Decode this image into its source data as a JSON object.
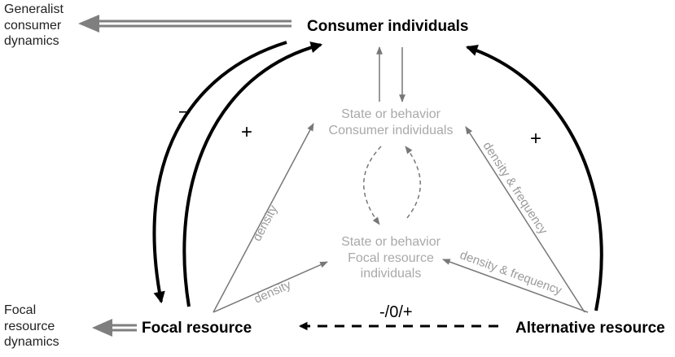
{
  "labels": {
    "generalist_dynamics": "Generalist consumer dynamics",
    "focal_dynamics": "Focal resource dynamics",
    "consumer_individuals": "Consumer individuals",
    "focal_resource": "Focal resource",
    "alternative_resource": "Alternative resource",
    "state_consumer_line1": "State or behavior",
    "state_consumer_line2": "Consumer individuals",
    "state_focal_line1": "State or behavior",
    "state_focal_line2": "Focal resource",
    "state_focal_line3": "individuals"
  },
  "edge_labels": {
    "focal_to_state_consumer": "density",
    "focal_to_state_focal": "density",
    "alt_to_state_consumer": "density & frequency",
    "alt_to_state_focal": "density & frequency"
  },
  "signs": {
    "consumer_to_focal": "–",
    "focal_to_consumer": "+",
    "alt_to_consumer": "+",
    "alt_to_focal": "-/0/+"
  },
  "colors": {
    "strong": "#000000",
    "weak": "#777777",
    "state_text": "#a9a9a9",
    "hollow_arrow": "#7f7f7f"
  }
}
